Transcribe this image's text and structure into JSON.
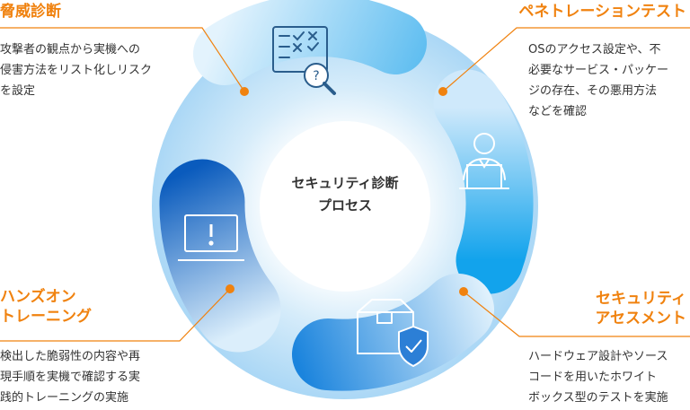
{
  "center": {
    "line1": "セキュリティ診断",
    "line2": "プロセス"
  },
  "threat": {
    "title": "脅威診断",
    "lines": [
      "攻撃者の観点から実機への",
      "侵害方法をリスト化しリスク",
      "を設定"
    ]
  },
  "pentest": {
    "title": "ペネトレーションテスト",
    "lines": [
      "OSのアクセス設定や、不",
      "必要なサービス・パッケー",
      "ジの存在、その悪用方法",
      "などを確認"
    ]
  },
  "assessment": {
    "title_lines": [
      "セキュリティ",
      "アセスメント"
    ],
    "lines": [
      "ハードウェア設計やソース",
      "コードを用いたホワイト",
      "ボックス型のテストを実施"
    ]
  },
  "handson": {
    "title_lines": [
      "ハンズオン",
      "トレーニング"
    ],
    "lines": [
      "検出した脆弱性の内容や再",
      "現手順を実機で確認する実",
      "践的トレーニングの実施"
    ]
  },
  "colors": {
    "accent": "#f0820f",
    "blue_dark": "#0a62bf",
    "blue_bright": "#1a9fe8",
    "text": "#333333"
  },
  "icons": [
    "checklist-search-icon",
    "person-laptop-icon",
    "box-shield-check-icon",
    "laptop-alert-icon"
  ]
}
